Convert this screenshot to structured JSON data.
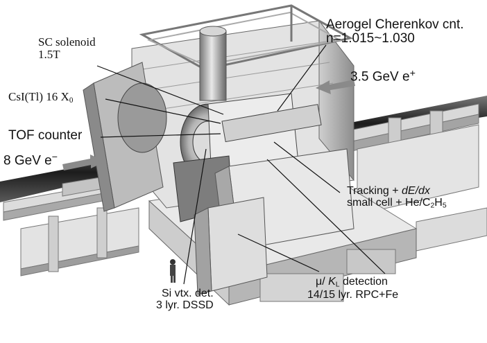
{
  "labels": {
    "aerogel_line1": "Aerogel Cherenkov cnt.",
    "aerogel_line2": "n=1.015~1.030",
    "sc_line1": "SC solenoid",
    "sc_line2": "1.5T",
    "csi_main": "CsI(Tl) 16 X",
    "csi_sub": "0",
    "positron_main": "3.5 GeV e",
    "positron_sup": "+",
    "tof": "TOF counter",
    "electron_main": "8 GeV e",
    "electron_sup": "−",
    "tracking_a": "Tracking + ",
    "tracking_b": "dE/dx",
    "tracking2_a": "small cell + He/C",
    "tracking2_b": "2",
    "tracking2_c": "H",
    "tracking2_d": "5",
    "mu_a": "μ/ ",
    "mu_b": "K",
    "mu_c": "L",
    "mu_d": " detection",
    "mu_line2": "14/15 lyr. RPC+Fe",
    "si_line1": "Si vtx. det.",
    "si_line2": "3 lyr. DSSD"
  },
  "colors": {
    "background": "#ffffff",
    "structure_light": "#e6e6e6",
    "structure_mid": "#bdbdbd",
    "structure_dark": "#6f6f6f",
    "beam_arrow": "#8a8a8a",
    "text": "#111111"
  }
}
